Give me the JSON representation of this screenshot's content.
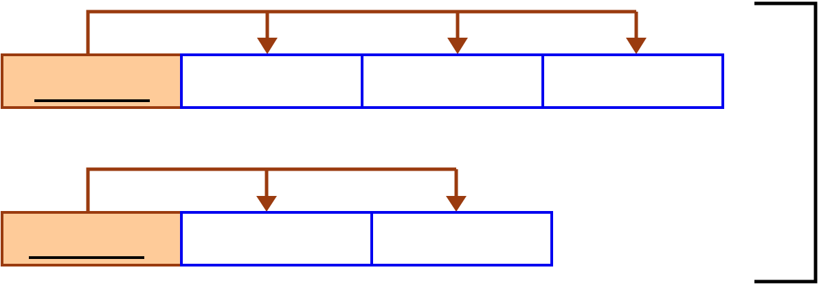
{
  "diagram": {
    "colors": {
      "header_fill": "#FECB99",
      "header_stroke": "#9A3B0F",
      "slot_stroke": "#0000F0",
      "slot_fill": "#FFFFFF",
      "arrow": "#9A3B0F",
      "underline": "#000000",
      "bracket": "#000000"
    },
    "rows": [
      {
        "name": "row-top",
        "header_cell": {
          "label": ""
        },
        "slots": [
          {
            "label": ""
          },
          {
            "label": ""
          },
          {
            "label": ""
          }
        ],
        "pointer_targets": 3
      },
      {
        "name": "row-bottom",
        "header_cell": {
          "label": ""
        },
        "slots": [
          {
            "label": ""
          },
          {
            "label": ""
          }
        ],
        "pointer_targets": 2
      }
    ],
    "bracket": {
      "side": "right"
    }
  }
}
